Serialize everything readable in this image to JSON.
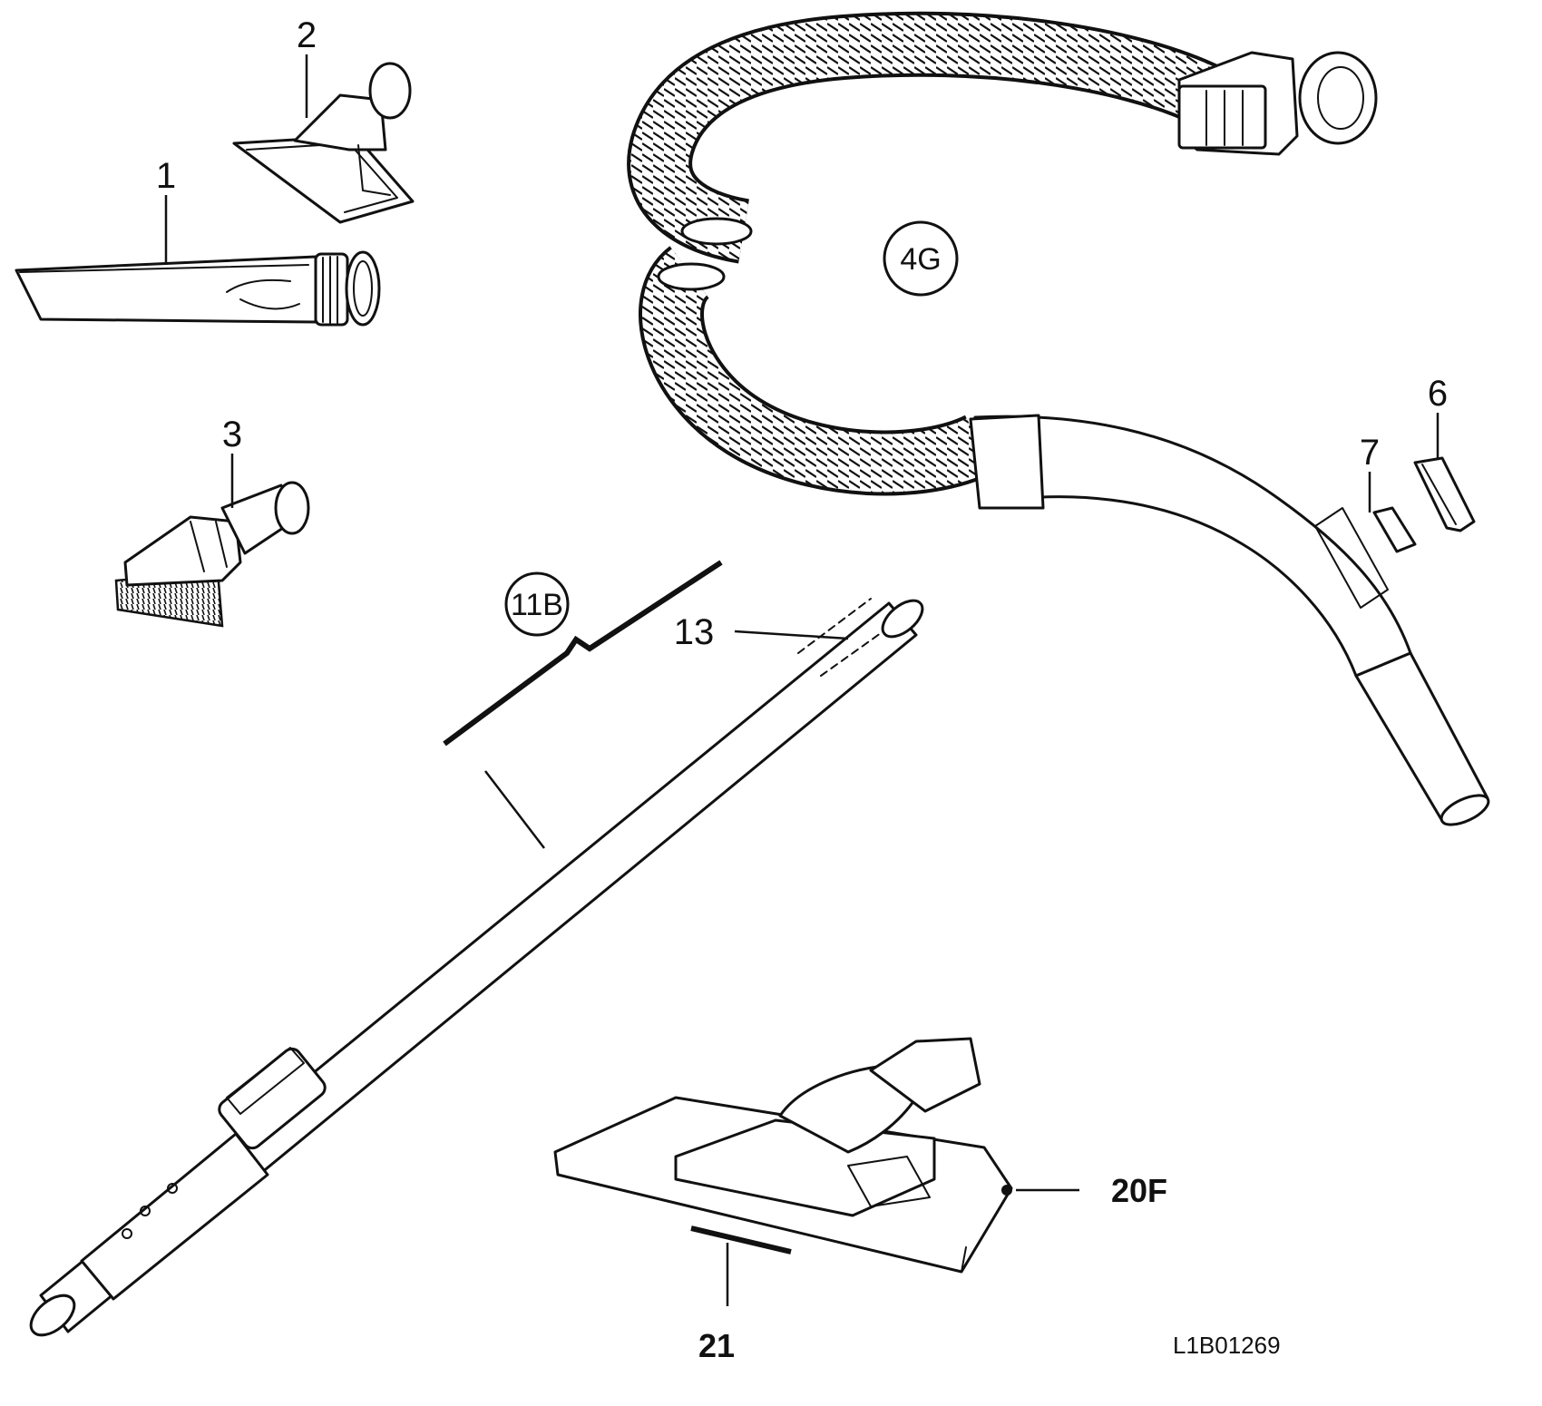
{
  "labels": {
    "part_1": "1",
    "part_2": "2",
    "part_3": "3",
    "part_4g": "4G",
    "part_6": "6",
    "part_7": "7",
    "part_11b": "11B",
    "part_13": "13",
    "part_20f": "20F",
    "part_21": "21",
    "drawing_code": "L1B01269"
  }
}
